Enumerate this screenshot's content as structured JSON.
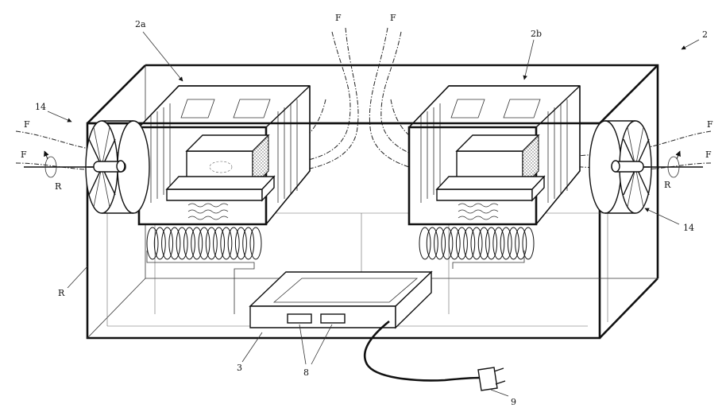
{
  "labels": {
    "device": "2",
    "module_left": "2a",
    "module_right": "2b",
    "fan_left": "14",
    "fan_right": "14",
    "flow_top_left": "F",
    "flow_top_right": "F",
    "flow_left_upper": "F",
    "flow_left_lower": "F",
    "flow_right_upper": "F",
    "flow_right_lower": "F",
    "rot_left": "R",
    "rot_right": "R",
    "frame": "R",
    "controller": "3",
    "buttons": "8",
    "plug": "9"
  }
}
